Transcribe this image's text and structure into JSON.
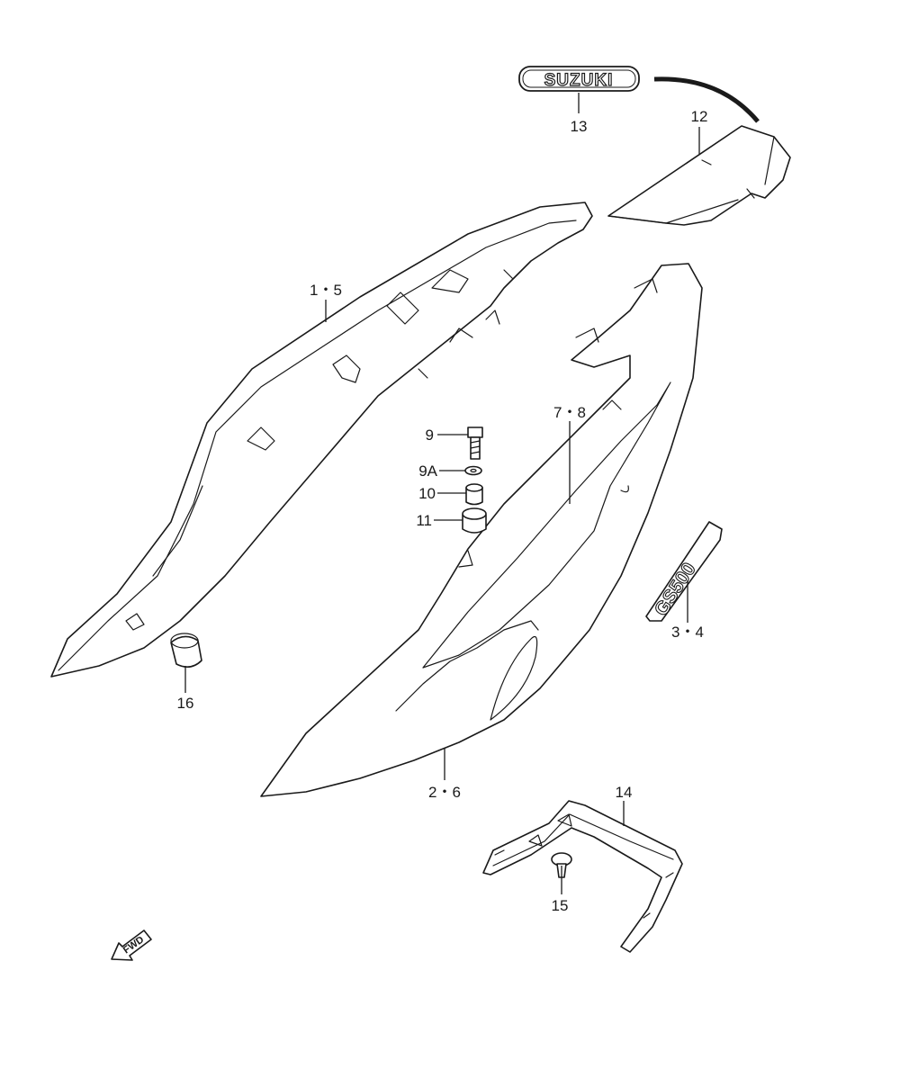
{
  "callouts": {
    "c1_5": "1・5",
    "c2_6": "2・6",
    "c3_4": "3・4",
    "c7_8": "7・8",
    "c9": "9",
    "c9a": "9A",
    "c10": "10",
    "c11": "11",
    "c12": "12",
    "c13": "13",
    "c14": "14",
    "c15": "15",
    "c16": "16"
  },
  "emblems": {
    "brand": "SUZUKI",
    "model": "GS500",
    "direction": "FWD"
  },
  "colors": {
    "line": "#1a1a1a",
    "background": "#ffffff"
  }
}
